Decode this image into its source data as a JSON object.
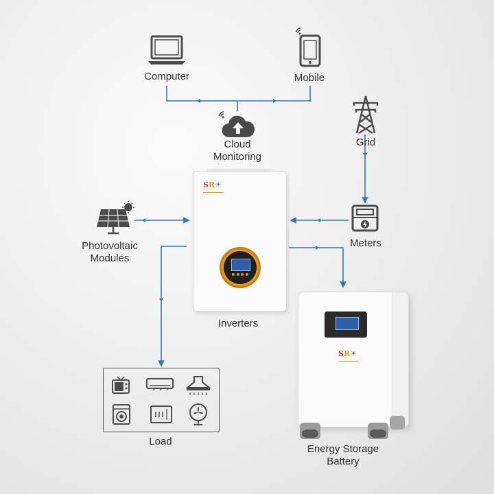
{
  "nodes": {
    "computer": "Computer",
    "mobile": "Mobile",
    "cloud_line1": "Cloud",
    "cloud_line2": "Monitoring",
    "grid": "Grid",
    "pv_line1": "Photovoltaic",
    "pv_line2": "Modules",
    "meters": "Meters",
    "inverters": "Inverters",
    "load": "Load",
    "battery_line1": "Energy Storage",
    "battery_line2": "Battery"
  },
  "colors": {
    "wire": "#2f78c0",
    "icon": "#4a4a4a",
    "accent": "#e39a1e",
    "screen": "#2c5fa8"
  },
  "icons": [
    "laptop-icon",
    "phone-icon",
    "cloud-upload-icon",
    "wifi-icon",
    "pylon-icon",
    "solar-panel-icon",
    "meter-icon",
    "tv-icon",
    "air-conditioner-icon",
    "range-hood-icon",
    "washing-machine-icon",
    "microwave-icon",
    "fan-icon"
  ]
}
